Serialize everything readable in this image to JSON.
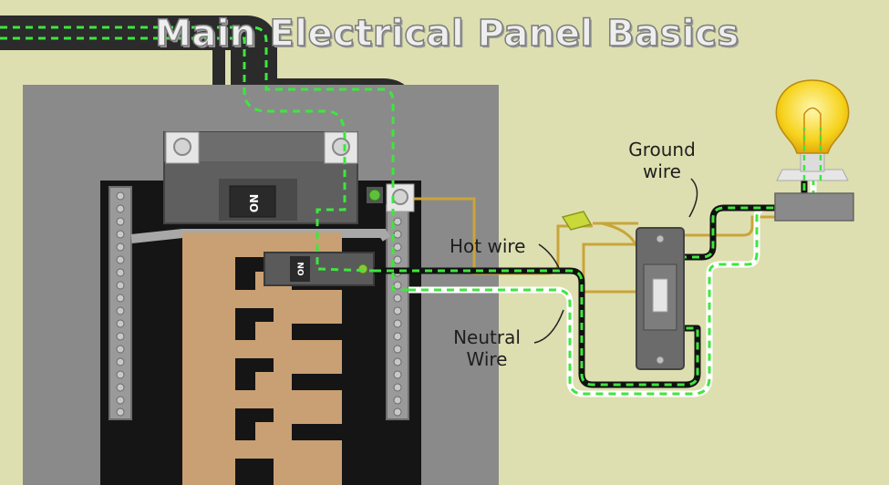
{
  "title": "Main Electrical Panel Basics",
  "labels": {
    "ground_line1": "Ground",
    "ground_line2": "wire",
    "hot": "Hot wire",
    "neutral_line1": "Neutral",
    "neutral_line2": "Wire"
  },
  "breakers": {
    "main_switch_text": "ON",
    "branch_switch_text": "ON"
  },
  "colors": {
    "background": "#dedfb0",
    "panel_gray": "#8a8a8a",
    "panel_black": "#151515",
    "bus_bar_copper": "#c9a073",
    "hot_wire": "#111111",
    "neutral_wire": "#ffffff",
    "ground_wire": "#d4b53a",
    "current_flow": "#3ee63e"
  }
}
